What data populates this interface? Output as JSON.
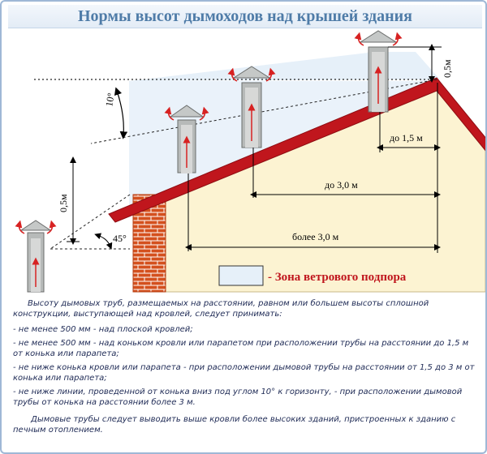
{
  "title": "Нормы высот дымоходов над крышей здания",
  "diagram": {
    "labels": {
      "angle_10": "10°",
      "angle_45": "45°",
      "h_05_left": "0,5м",
      "h_05_right": "0,5м",
      "d_15": "до 1,5 м",
      "d_30": "до 3,0 м",
      "d_more_30": "более 3,0 м"
    },
    "legend": {
      "text": "- Зона ветрового подпора"
    },
    "colors": {
      "roof": "#c0161d",
      "wall": "#fcf3d2",
      "brick": "#d4501e",
      "wind_zone": "#e6f0f9",
      "chimney": "#b7bab9",
      "arrow": "#d72222"
    }
  },
  "text": {
    "intro": "Высоту дымовых труб, размещаемых на расстоянии, равном или большем высоты сплошной конструкции, выступающей над кровлей, следует принимать:",
    "items": [
      "- не менее 500 мм - над плоской кровлей;",
      "- не менее 500 мм - над коньком кровли или парапетом при расположении трубы на расстоянии до 1,5 м от конька или парапета;",
      "- не ниже конька кровли или парапета - при расположении дымовой трубы на расстоянии от 1,5 до 3 м от конька или парапета;",
      "- не ниже линии, проведенной от конька вниз под углом 10° к горизонту, - при расположении дымовой трубы от конька на расстоянии более 3 м."
    ],
    "note": "Дымовые трубы следует выводить выше кровли более высоких зданий, пристроенных к зданию с печным отоплением."
  }
}
